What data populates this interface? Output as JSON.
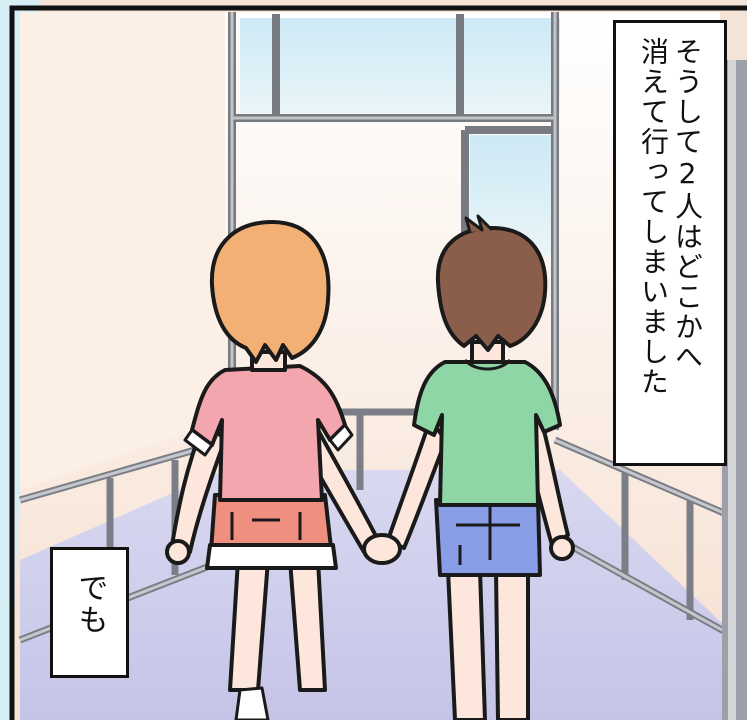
{
  "captions": {
    "main": {
      "lines": [
        "そうして2人はどこかへ",
        "消えて行ってしまいました"
      ]
    },
    "small": {
      "lines": [
        "でも"
      ]
    }
  },
  "colors": {
    "sky": "#cfeaf4",
    "wall": "#fbf2ea",
    "floor": "#c9c8e9",
    "pink_shirt": "#f3a6ad",
    "pink_shorts": "#ef8f80",
    "green_shirt": "#8ed6a6",
    "blue_shorts": "#8a9ee8",
    "hair_orange": "#f3b074",
    "hair_brown": "#8a5e4b",
    "skin": "#fde6dc"
  }
}
